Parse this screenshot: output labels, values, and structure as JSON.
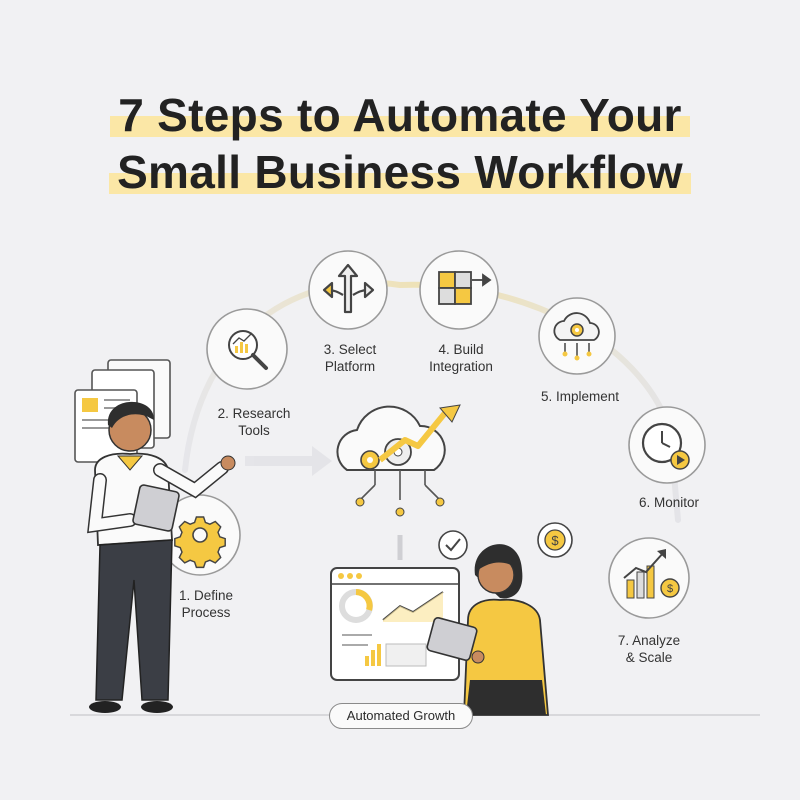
{
  "title": {
    "line1": "7 Steps to Automate Your",
    "line2": "Small Business Workflow"
  },
  "steps": [
    {
      "number": "1.",
      "line1": "1. Define",
      "line2": "Process",
      "icon": "gear-icon"
    },
    {
      "number": "2.",
      "line1": "2. Research",
      "line2": "Tools",
      "icon": "magnifier-chart-icon"
    },
    {
      "number": "3.",
      "line1": "3. Select",
      "line2": "Platform",
      "icon": "split-arrows-icon"
    },
    {
      "number": "4.",
      "line1": "4. Build",
      "line2": "Integration",
      "icon": "puzzle-icon"
    },
    {
      "number": "5.",
      "line1": "5. Implement",
      "line2": "",
      "icon": "cloud-gear-icon"
    },
    {
      "number": "6.",
      "line1": "6. Monitor",
      "line2": "",
      "icon": "stopwatch-icon"
    },
    {
      "number": "7.",
      "line1": "7. Analyze",
      "line2": "& Scale",
      "icon": "growth-chart-icon"
    }
  ],
  "center": {
    "pill_label": "Automated Growth",
    "cloud_icon": "cloud-gears-icon",
    "dashboard_icon": "dashboard-icon"
  },
  "colors": {
    "accent": "#f5c842",
    "accent_light": "#fbe7a6",
    "stroke": "#555555",
    "background": "#f1f1f3"
  }
}
